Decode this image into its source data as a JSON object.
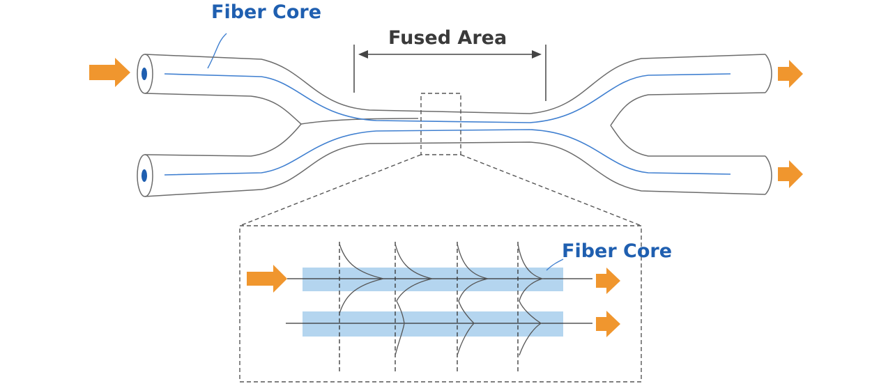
{
  "labels": {
    "fiber_core_top": "Fiber Core",
    "fused_area": "Fused Area",
    "fiber_core_inset": "Fiber Core"
  },
  "colors": {
    "outline": "#6b6b6b",
    "core": "#3f7fd0",
    "label_blue": "#1f5fb0",
    "label_dark": "#3a3a3a",
    "arrow": "#f0962e",
    "inset_core_fill": "#b4d5ef",
    "dash": "#555555"
  }
}
